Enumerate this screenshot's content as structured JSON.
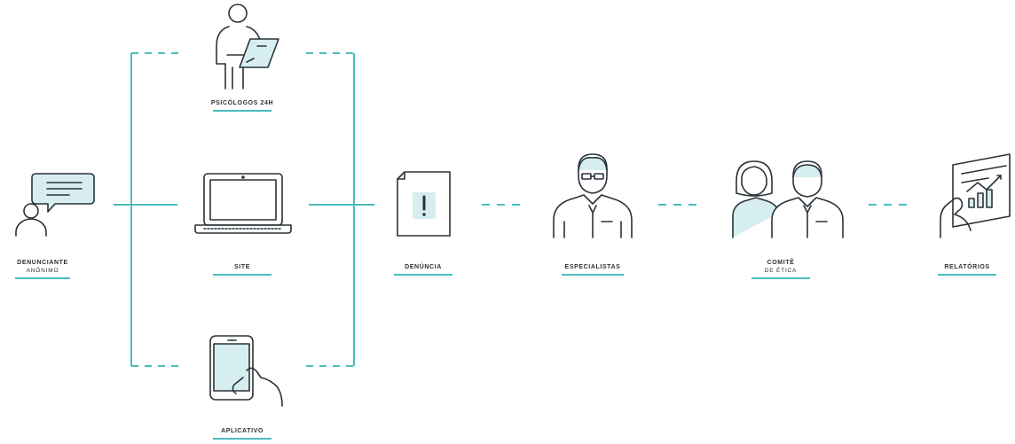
{
  "colors": {
    "accent": "#4cbcbc",
    "fill": "#d6eef0",
    "stroke": "#2a3238"
  },
  "nodes": {
    "denunciante": {
      "label": "DENUNCIANTE",
      "sub": "ANÔNIMO",
      "icon": "person-with-speech-bubble-icon"
    },
    "psicologos": {
      "label": "PSICÓLOGOS 24H",
      "icon": "person-with-tablet-icon"
    },
    "site": {
      "label": "SITE",
      "icon": "laptop-icon"
    },
    "aplicativo": {
      "label": "APLICATIVO",
      "icon": "hand-holding-phone-icon"
    },
    "denuncia": {
      "label": "DENÚNCIA",
      "icon": "document-alert-icon"
    },
    "especialistas": {
      "label": "ESPECIALISTAS",
      "icon": "specialist-person-icon"
    },
    "comite": {
      "label": "COMITÊ",
      "sub": "DE ÉTICA",
      "icon": "committee-people-icon"
    },
    "relatorios": {
      "label": "RELATÓRIOS",
      "icon": "report-chart-icon"
    }
  }
}
